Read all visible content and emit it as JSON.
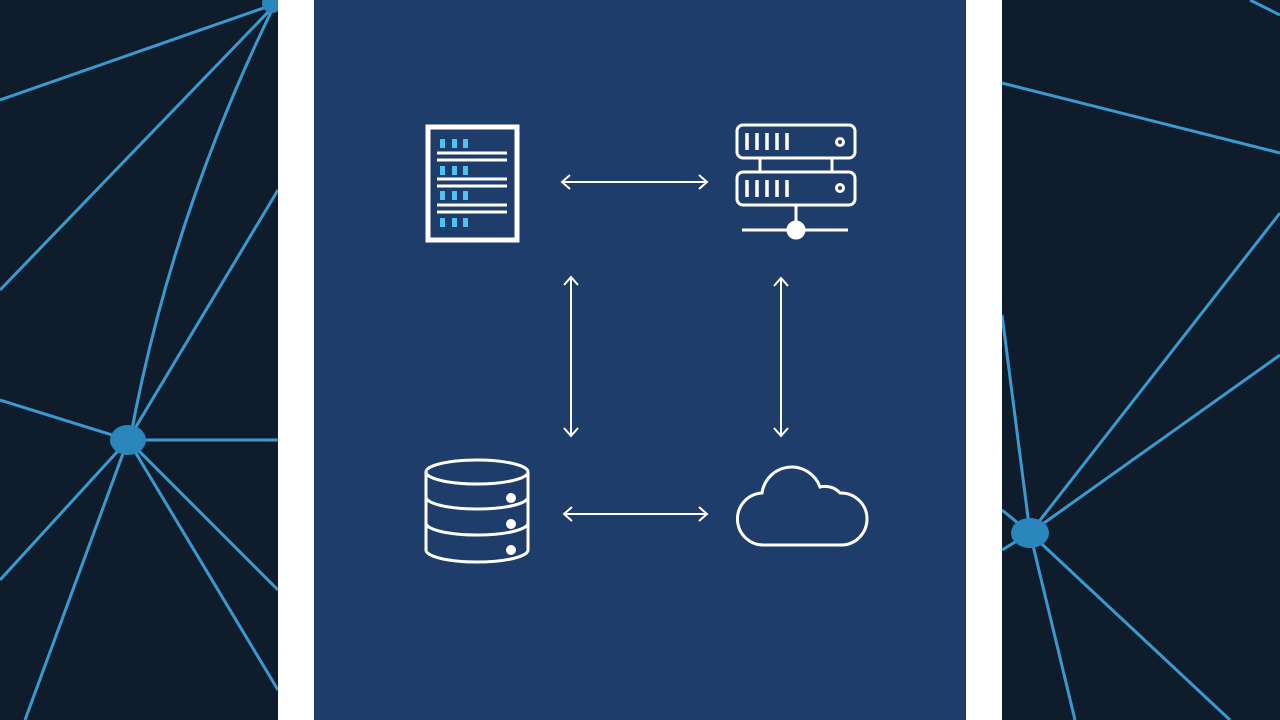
{
  "colors": {
    "background_dark": "#0f1c2b",
    "panel_blue": "#1f3d6a",
    "frame_white": "#ffffff",
    "network_line": "#3a9ad0",
    "network_node": "#2a86bb",
    "icon_stroke": "#ffffff",
    "rack_accent": "#4fc3f0"
  },
  "diagram": {
    "nodes": [
      {
        "id": "rack-server",
        "icon": "server-rack-icon"
      },
      {
        "id": "network-server",
        "icon": "network-server-icon"
      },
      {
        "id": "database",
        "icon": "database-icon"
      },
      {
        "id": "cloud",
        "icon": "cloud-icon"
      }
    ],
    "connections": [
      {
        "from": "rack-server",
        "to": "network-server",
        "direction": "bidirectional"
      },
      {
        "from": "rack-server",
        "to": "database",
        "direction": "bidirectional"
      },
      {
        "from": "network-server",
        "to": "cloud",
        "direction": "bidirectional"
      },
      {
        "from": "database",
        "to": "cloud",
        "direction": "bidirectional"
      }
    ]
  }
}
